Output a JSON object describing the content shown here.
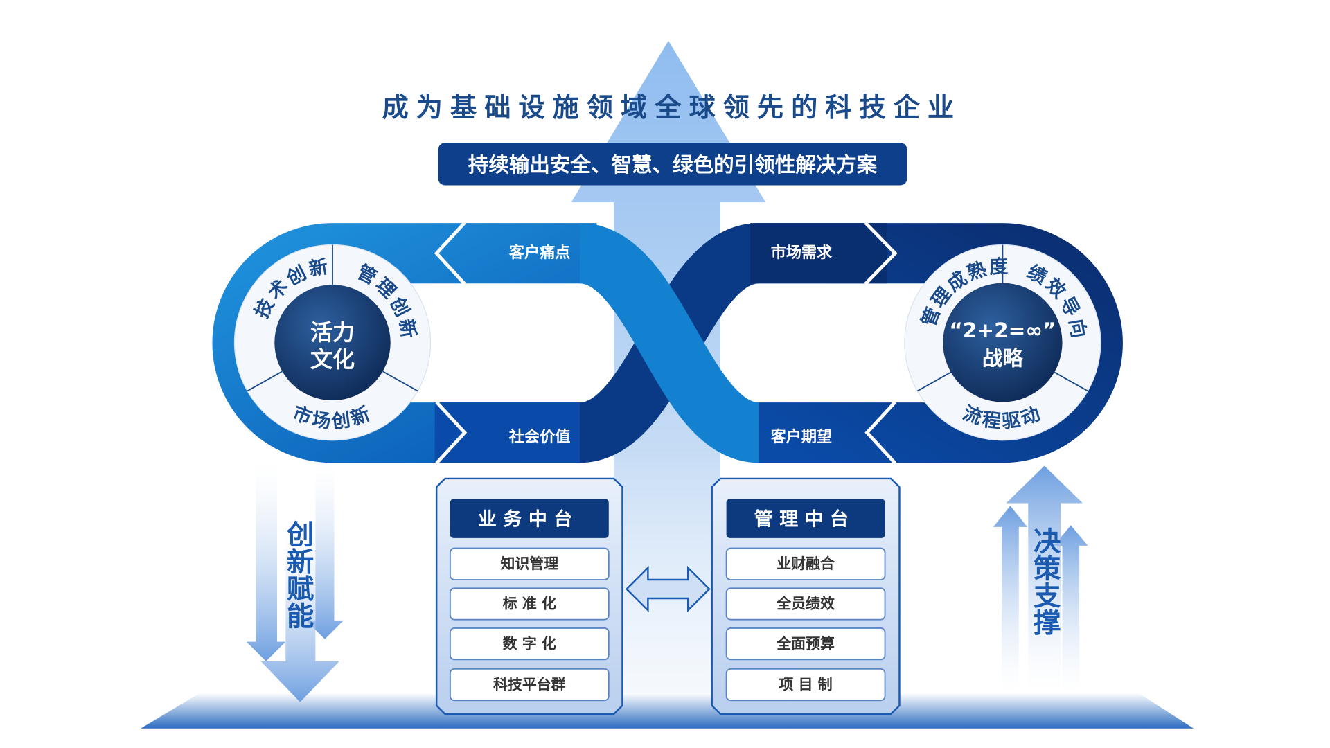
{
  "title": "成为基础设施领域全球领先的科技企业",
  "banner": "持续输出安全、智慧、绿色的引领性解决方案",
  "loop": {
    "top_left": "客户痛点",
    "top_right": "市场需求",
    "bottom_left": "社会价值",
    "bottom_right": "客户期望"
  },
  "left_circle": {
    "center_line1": "活力",
    "center_line2": "文化",
    "segments": [
      "技术创新",
      "管理创新",
      "市场创新"
    ]
  },
  "right_circle": {
    "center_line1": "“2+2=∞”",
    "center_line2": "战略",
    "segments": [
      "管理成熟度",
      "绩效导向",
      "流程驱动"
    ]
  },
  "business_platform": {
    "title": "业 务 中 台",
    "items": [
      "知识管理",
      "标 准 化",
      "数 字 化",
      "科技平台群"
    ]
  },
  "management_platform": {
    "title": "管 理 中 台",
    "items": [
      "业财融合",
      "全员绩效",
      "全面预算",
      "项 目 制"
    ]
  },
  "left_arrow_label": "创新赋能",
  "right_arrow_label": "决策支撑",
  "colors": {
    "navy": "#0b2f6e",
    "blue": "#0d4fa6",
    "light_blue": "#1b8ad6",
    "title": "#1a4a8a"
  }
}
